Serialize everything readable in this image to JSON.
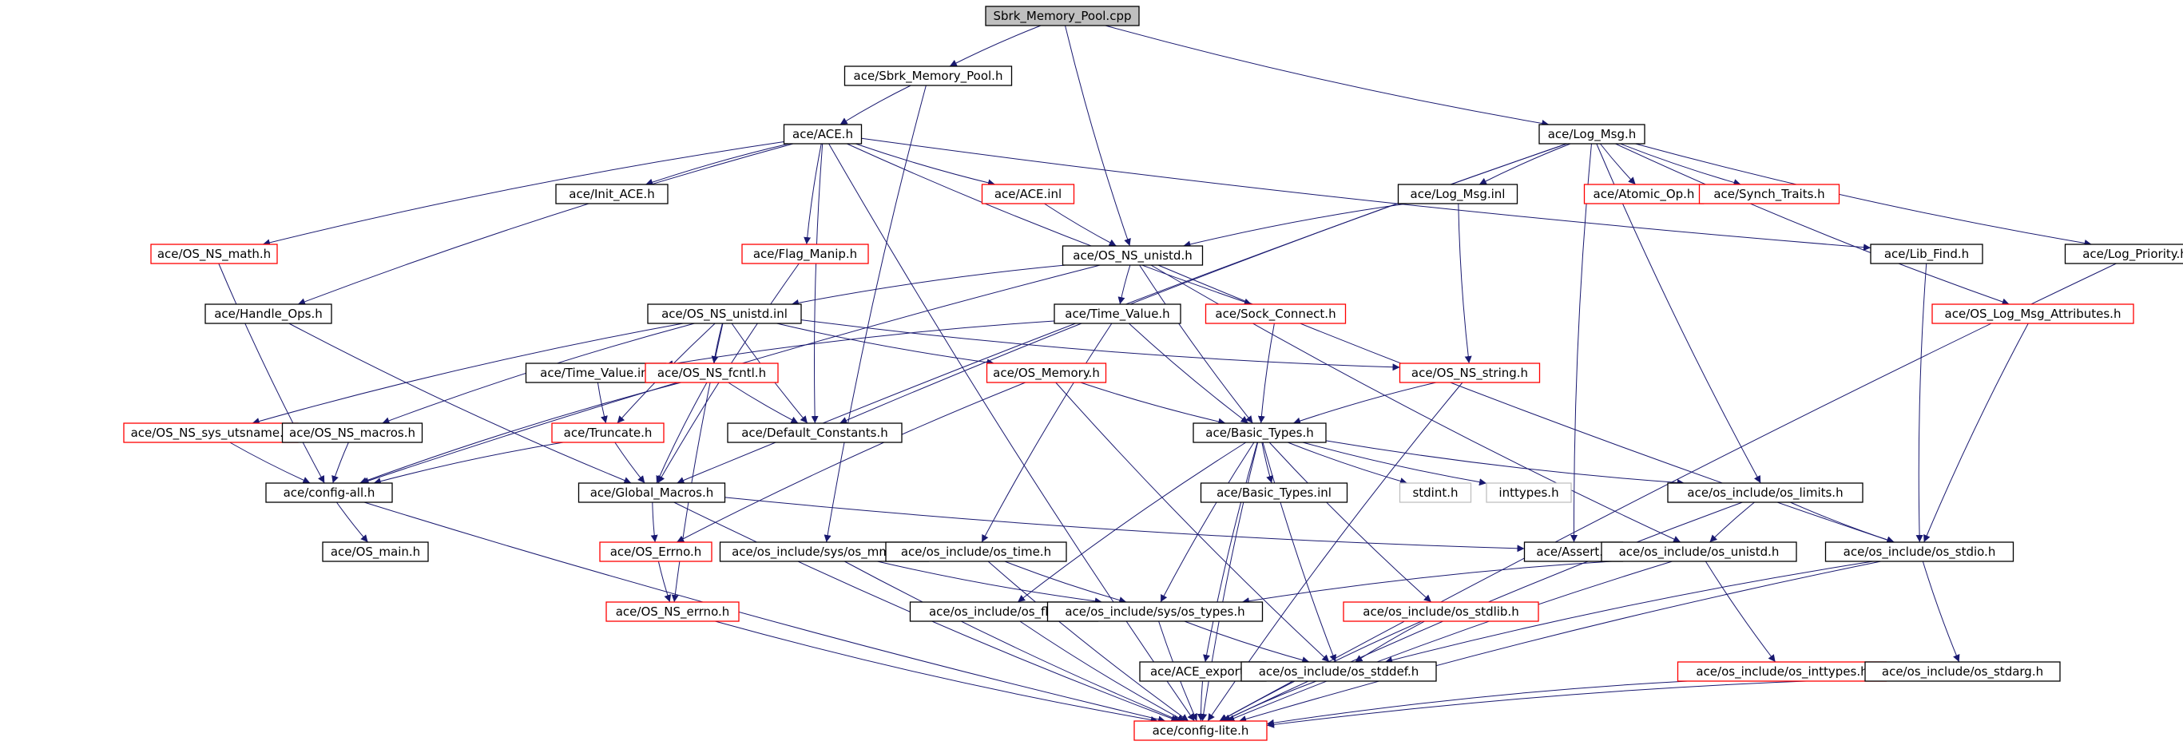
{
  "colors": {
    "edge": "#191970",
    "root_fill": "#bfbfbf",
    "root_border": "#000000",
    "documented_border": "#000000",
    "truncated_border": "#ff0000",
    "missing_border": "#bfbfbf",
    "missing_text": "#7f7f7f",
    "node_fill": "#ffffff"
  },
  "nodes": [
    {
      "id": "sbrk_cpp",
      "label": "Sbrk_Memory_Pool.cpp",
      "kind": "root"
    },
    {
      "id": "sbrk_h",
      "label": "ace/Sbrk_Memory_Pool.h",
      "kind": "documented"
    },
    {
      "id": "ace_h",
      "label": "ace/ACE.h",
      "kind": "documented"
    },
    {
      "id": "log_msg_h",
      "label": "ace/Log_Msg.h",
      "kind": "documented"
    },
    {
      "id": "init_ace",
      "label": "ace/Init_ACE.h",
      "kind": "documented"
    },
    {
      "id": "ace_inl",
      "label": "ace/ACE.inl",
      "kind": "truncated"
    },
    {
      "id": "log_msg_inl",
      "label": "ace/Log_Msg.inl",
      "kind": "documented"
    },
    {
      "id": "atomic_op",
      "label": "ace/Atomic_Op.h",
      "kind": "truncated"
    },
    {
      "id": "synch_traits",
      "label": "ace/Synch_Traits.h",
      "kind": "truncated"
    },
    {
      "id": "os_ns_math",
      "label": "ace/OS_NS_math.h",
      "kind": "truncated"
    },
    {
      "id": "flag_manip",
      "label": "ace/Flag_Manip.h",
      "kind": "truncated"
    },
    {
      "id": "os_ns_unistd_h",
      "label": "ace/OS_NS_unistd.h",
      "kind": "documented"
    },
    {
      "id": "lib_find",
      "label": "ace/Lib_Find.h",
      "kind": "documented"
    },
    {
      "id": "log_priority",
      "label": "ace/Log_Priority.h",
      "kind": "documented"
    },
    {
      "id": "handle_ops",
      "label": "ace/Handle_Ops.h",
      "kind": "documented"
    },
    {
      "id": "os_ns_unistd_inl",
      "label": "ace/OS_NS_unistd.inl",
      "kind": "documented"
    },
    {
      "id": "time_value_h",
      "label": "ace/Time_Value.h",
      "kind": "documented"
    },
    {
      "id": "sock_connect",
      "label": "ace/Sock_Connect.h",
      "kind": "truncated"
    },
    {
      "id": "os_log_msg_attr",
      "label": "ace/OS_Log_Msg_Attributes.h",
      "kind": "truncated"
    },
    {
      "id": "time_value_inl",
      "label": "ace/Time_Value.inl",
      "kind": "documented"
    },
    {
      "id": "os_ns_fcntl",
      "label": "ace/OS_NS_fcntl.h",
      "kind": "truncated"
    },
    {
      "id": "os_memory",
      "label": "ace/OS_Memory.h",
      "kind": "truncated"
    },
    {
      "id": "os_ns_string",
      "label": "ace/OS_NS_string.h",
      "kind": "truncated"
    },
    {
      "id": "os_ns_sys_utsname",
      "label": "ace/OS_NS_sys_utsname.h",
      "kind": "truncated"
    },
    {
      "id": "os_ns_macros",
      "label": "ace/OS_NS_macros.h",
      "kind": "documented"
    },
    {
      "id": "truncate_h",
      "label": "ace/Truncate.h",
      "kind": "truncated"
    },
    {
      "id": "default_constants",
      "label": "ace/Default_Constants.h",
      "kind": "documented"
    },
    {
      "id": "basic_types_h",
      "label": "ace/Basic_Types.h",
      "kind": "documented"
    },
    {
      "id": "config_all",
      "label": "ace/config-all.h",
      "kind": "documented"
    },
    {
      "id": "global_macros",
      "label": "ace/Global_Macros.h",
      "kind": "documented"
    },
    {
      "id": "basic_types_inl",
      "label": "ace/Basic_Types.inl",
      "kind": "documented"
    },
    {
      "id": "stdint_h",
      "label": "stdint.h",
      "kind": "missing"
    },
    {
      "id": "inttypes_h",
      "label": "inttypes.h",
      "kind": "missing"
    },
    {
      "id": "os_limits",
      "label": "ace/os_include/os_limits.h",
      "kind": "documented"
    },
    {
      "id": "os_main",
      "label": "ace/OS_main.h",
      "kind": "documented"
    },
    {
      "id": "os_errno",
      "label": "ace/OS_Errno.h",
      "kind": "truncated"
    },
    {
      "id": "sys_os_mman",
      "label": "ace/os_include/sys/os_mman.h",
      "kind": "documented"
    },
    {
      "id": "os_time",
      "label": "ace/os_include/os_time.h",
      "kind": "documented"
    },
    {
      "id": "assert_h",
      "label": "ace/Assert.h",
      "kind": "documented"
    },
    {
      "id": "os_unistd",
      "label": "ace/os_include/os_unistd.h",
      "kind": "documented"
    },
    {
      "id": "os_stdio",
      "label": "ace/os_include/os_stdio.h",
      "kind": "documented"
    },
    {
      "id": "os_ns_errno",
      "label": "ace/OS_NS_errno.h",
      "kind": "truncated"
    },
    {
      "id": "os_float",
      "label": "ace/os_include/os_float.h",
      "kind": "documented"
    },
    {
      "id": "sys_os_types",
      "label": "ace/os_include/sys/os_types.h",
      "kind": "documented"
    },
    {
      "id": "os_stdlib",
      "label": "ace/os_include/os_stdlib.h",
      "kind": "truncated"
    },
    {
      "id": "ace_export",
      "label": "ace/ACE_export.h",
      "kind": "documented"
    },
    {
      "id": "os_stddef",
      "label": "ace/os_include/os_stddef.h",
      "kind": "documented"
    },
    {
      "id": "os_inttypes",
      "label": "ace/os_include/os_inttypes.h",
      "kind": "truncated"
    },
    {
      "id": "os_stdarg",
      "label": "ace/os_include/os_stdarg.h",
      "kind": "documented"
    },
    {
      "id": "config_lite",
      "label": "ace/config-lite.h",
      "kind": "truncated"
    }
  ],
  "edges": [
    [
      "sbrk_cpp",
      "sbrk_h"
    ],
    [
      "sbrk_cpp",
      "os_ns_unistd_h"
    ],
    [
      "sbrk_cpp",
      "log_msg_h"
    ],
    [
      "sbrk_h",
      "ace_h"
    ],
    [
      "sbrk_h",
      "sys_os_mman"
    ],
    [
      "ace_h",
      "init_ace"
    ],
    [
      "ace_h",
      "ace_inl"
    ],
    [
      "ace_h",
      "os_ns_math"
    ],
    [
      "ace_h",
      "flag_manip"
    ],
    [
      "ace_h",
      "handle_ops"
    ],
    [
      "ace_h",
      "lib_find"
    ],
    [
      "ace_h",
      "sock_connect"
    ],
    [
      "ace_h",
      "default_constants"
    ],
    [
      "ace_h",
      "config_lite"
    ],
    [
      "ace_inl",
      "os_ns_unistd_h"
    ],
    [
      "log_msg_h",
      "log_msg_inl"
    ],
    [
      "log_msg_h",
      "atomic_op"
    ],
    [
      "log_msg_h",
      "synch_traits"
    ],
    [
      "log_msg_h",
      "log_priority"
    ],
    [
      "log_msg_h",
      "os_log_msg_attr"
    ],
    [
      "log_msg_h",
      "os_limits"
    ],
    [
      "log_msg_h",
      "assert_h"
    ],
    [
      "log_msg_h",
      "default_constants"
    ],
    [
      "log_msg_h",
      "global_macros"
    ],
    [
      "log_msg_inl",
      "os_ns_unistd_h"
    ],
    [
      "log_msg_inl",
      "os_ns_string"
    ],
    [
      "os_ns_math",
      "config_all"
    ],
    [
      "flag_manip",
      "global_macros"
    ],
    [
      "handle_ops",
      "global_macros"
    ],
    [
      "lib_find",
      "os_stdio"
    ],
    [
      "os_ns_unistd_h",
      "os_ns_unistd_inl"
    ],
    [
      "os_ns_unistd_h",
      "time_value_h"
    ],
    [
      "os_ns_unistd_h",
      "basic_types_h"
    ],
    [
      "os_ns_unistd_h",
      "os_unistd"
    ],
    [
      "os_ns_unistd_h",
      "os_stdio"
    ],
    [
      "os_ns_unistd_h",
      "config_all"
    ],
    [
      "os_ns_unistd_inl",
      "os_ns_sys_utsname"
    ],
    [
      "os_ns_unistd_inl",
      "os_ns_macros"
    ],
    [
      "os_ns_unistd_inl",
      "os_ns_fcntl"
    ],
    [
      "os_ns_unistd_inl",
      "truncate_h"
    ],
    [
      "os_ns_unistd_inl",
      "default_constants"
    ],
    [
      "os_ns_unistd_inl",
      "os_memory"
    ],
    [
      "os_ns_unistd_inl",
      "os_ns_string"
    ],
    [
      "os_ns_unistd_inl",
      "os_ns_errno"
    ],
    [
      "time_value_h",
      "time_value_inl"
    ],
    [
      "time_value_h",
      "basic_types_h"
    ],
    [
      "time_value_h",
      "os_time"
    ],
    [
      "sock_connect",
      "basic_types_h"
    ],
    [
      "log_priority",
      "config_lite"
    ],
    [
      "os_log_msg_attr",
      "os_stdio"
    ],
    [
      "time_value_inl",
      "truncate_h"
    ],
    [
      "os_ns_fcntl",
      "default_constants"
    ],
    [
      "os_ns_fcntl",
      "config_all"
    ],
    [
      "os_ns_fcntl",
      "global_macros"
    ],
    [
      "os_memory",
      "basic_types_h"
    ],
    [
      "os_memory",
      "os_errno"
    ],
    [
      "os_memory",
      "os_stddef"
    ],
    [
      "os_ns_string",
      "basic_types_h"
    ],
    [
      "os_ns_string",
      "config_lite"
    ],
    [
      "os_ns_sys_utsname",
      "config_all"
    ],
    [
      "os_ns_macros",
      "config_all"
    ],
    [
      "truncate_h",
      "config_all"
    ],
    [
      "truncate_h",
      "global_macros"
    ],
    [
      "config_all",
      "os_main"
    ],
    [
      "config_all",
      "config_lite"
    ],
    [
      "global_macros",
      "os_errno"
    ],
    [
      "global_macros",
      "assert_h"
    ],
    [
      "global_macros",
      "config_lite"
    ],
    [
      "basic_types_h",
      "basic_types_inl"
    ],
    [
      "basic_types_h",
      "stdint_h"
    ],
    [
      "basic_types_h",
      "inttypes_h"
    ],
    [
      "basic_types_h",
      "os_limits"
    ],
    [
      "basic_types_h",
      "os_float"
    ],
    [
      "basic_types_h",
      "sys_os_types"
    ],
    [
      "basic_types_h",
      "os_stdlib"
    ],
    [
      "basic_types_h",
      "ace_export"
    ],
    [
      "basic_types_h",
      "os_stddef"
    ],
    [
      "basic_types_h",
      "config_lite"
    ],
    [
      "os_limits",
      "os_unistd"
    ],
    [
      "os_limits",
      "os_stdio"
    ],
    [
      "os_limits",
      "config_lite"
    ],
    [
      "os_errno",
      "os_ns_errno"
    ],
    [
      "os_ns_errno",
      "config_lite"
    ],
    [
      "sys_os_mman",
      "sys_os_types"
    ],
    [
      "sys_os_mman",
      "config_lite"
    ],
    [
      "os_time",
      "sys_os_types"
    ],
    [
      "os_time",
      "config_lite"
    ],
    [
      "os_unistd",
      "sys_os_types"
    ],
    [
      "os_unistd",
      "os_inttypes"
    ],
    [
      "os_unistd",
      "config_lite"
    ],
    [
      "os_stdio",
      "os_stdarg"
    ],
    [
      "os_stdio",
      "os_stddef"
    ],
    [
      "os_stdio",
      "config_lite"
    ],
    [
      "os_float",
      "config_lite"
    ],
    [
      "sys_os_types",
      "os_stddef"
    ],
    [
      "sys_os_types",
      "config_lite"
    ],
    [
      "os_stdlib",
      "os_stddef"
    ],
    [
      "os_stdlib",
      "config_lite"
    ],
    [
      "ace_export",
      "config_lite"
    ],
    [
      "os_stddef",
      "config_lite"
    ],
    [
      "os_inttypes",
      "config_lite"
    ],
    [
      "os_stdarg",
      "config_lite"
    ]
  ]
}
